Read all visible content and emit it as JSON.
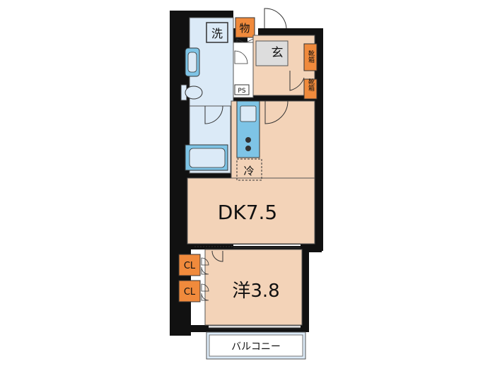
{
  "floorplan": {
    "rooms": {
      "dk": {
        "label": "DK7.5"
      },
      "western": {
        "label": "洋3.8"
      },
      "balcony": {
        "label": "バルコニー"
      },
      "entrance": {
        "label": "玄"
      }
    },
    "fixtures": {
      "washer": "洗",
      "storage": "物",
      "shoe_box_upper": "靴箱",
      "shoe_box_lower": "靴箱",
      "pipe_space": "PS",
      "refrigerator": "冷",
      "closet_upper": "CL",
      "closet_lower": "CL"
    },
    "colors": {
      "wall": "#111111",
      "wet_area": "#dbeaf7",
      "living": "#f3d3b8",
      "closet": "#f08a3c",
      "fixture": "#7ec4e6"
    }
  }
}
